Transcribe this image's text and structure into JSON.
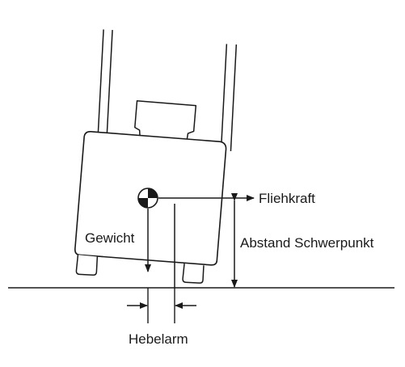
{
  "labels": {
    "centrifugal_force": "Fliehkraft",
    "weight": "Gewicht",
    "center_of_gravity_height": "Abstand Schwerpunkt",
    "lever_arm": "Hebelarm"
  },
  "colors": {
    "line": "#1a1a1a",
    "background": "#ffffff"
  },
  "icons": {
    "center_of_gravity": "center-of-gravity-marker"
  }
}
